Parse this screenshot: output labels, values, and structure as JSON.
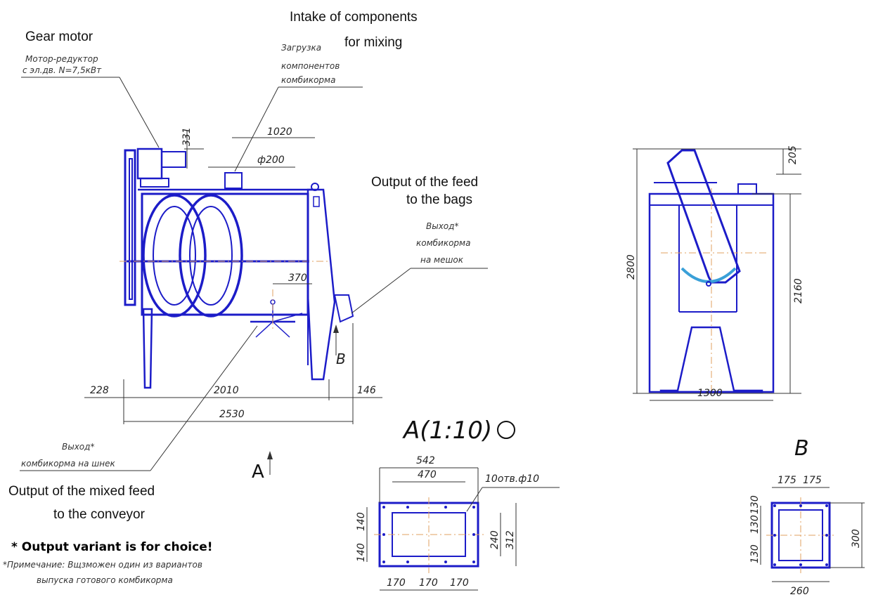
{
  "labels": {
    "gear_motor_en": "Gear motor",
    "gear_motor_ru_1": "Мотор-редуктор",
    "gear_motor_ru_2": "с эл.дв. N=7,5кВт",
    "intake_en_1": "Intake  of components",
    "intake_en_2": "for mixing",
    "intake_ru_1": "Загрузка",
    "intake_ru_2": "компонентов",
    "intake_ru_3": "комбикорма",
    "output_bags_en_1": "Output of the feed",
    "output_bags_en_2": "to the bags",
    "output_bags_ru_1": "Выход*",
    "output_bags_ru_2": "комбикорма",
    "output_bags_ru_3": "на мешок",
    "output_screw_ru_1": "Выход*",
    "output_screw_ru_2": "комбикорма на шнек",
    "output_conveyor_en_1": "Output of the mixed feed",
    "output_conveyor_en_2": "to the conveyor",
    "note_en": "* Output variant is for choice!",
    "note_ru_1": "*Примечание: Вщзможен один из вариантов",
    "note_ru_2": "выпуска готового комбикорма",
    "view_a_arrow": "A",
    "view_b_arrow": "B",
    "view_a_title": "A(1:10)",
    "view_b_title": "B",
    "holes_note": "10отв.ф10"
  },
  "dimensions": {
    "main_331": "331",
    "main_1020": "1020",
    "main_d200": "ф200",
    "main_370": "370",
    "main_228": "228",
    "main_2010": "2010",
    "main_146": "146",
    "main_2530": "2530",
    "side_205": "205",
    "side_2800": "2800",
    "side_2160": "2160",
    "side_1300": "1300",
    "a_542": "542",
    "a_470": "470",
    "a_140a": "140",
    "a_140b": "140",
    "a_240": "240",
    "a_312": "312",
    "a_170a": "170",
    "a_170b": "170",
    "a_170c": "170",
    "b_175a": "175",
    "b_175b": "175",
    "b_130a": "130",
    "b_130b": "130",
    "b_130c": "130",
    "b_300": "300",
    "b_260": "260"
  },
  "colors": {
    "outline": "#1c1cc8",
    "dimension": "#333333",
    "axis": "#e0a060",
    "highlight": "#3aa0d8"
  }
}
